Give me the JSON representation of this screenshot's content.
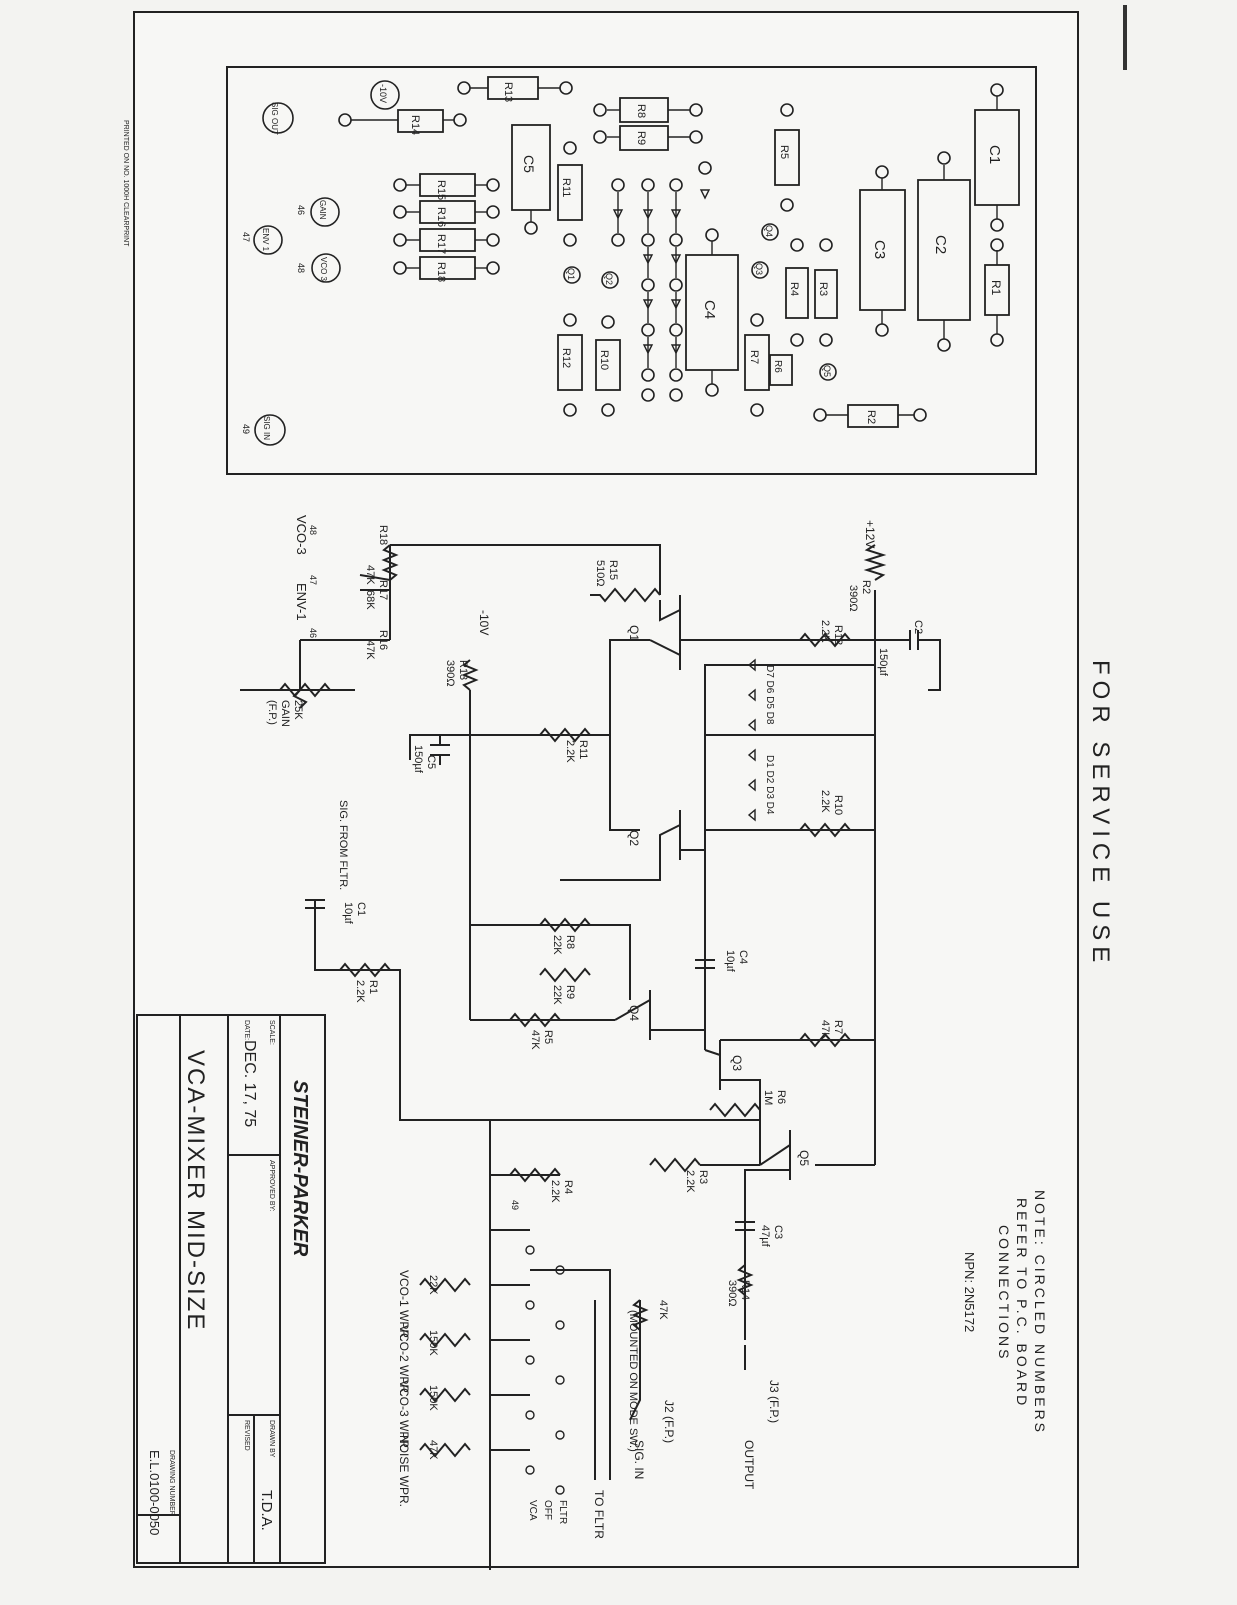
{
  "margin_text": "PRINTED ON NO. 1000H CLEARPRINT",
  "title_heading": "FOR SERVICE USE",
  "note": {
    "line1": "NOTE: CIRCLED NUMBERS",
    "line2": "REFER TO P.C. BOARD",
    "line3": "CONNECTIONS",
    "npn": "NPN: 2N5172"
  },
  "pcb": {
    "caps": [
      "C1",
      "C2",
      "C3",
      "C4",
      "C5"
    ],
    "resistors": [
      "R1",
      "R2",
      "R3",
      "R4",
      "R5",
      "R6",
      "R7",
      "R8",
      "R9",
      "R10",
      "R11",
      "R12",
      "R13",
      "R14",
      "R15",
      "R16",
      "R17",
      "R18"
    ],
    "transistors": [
      "Q1",
      "Q2",
      "Q3",
      "Q4",
      "Q5"
    ],
    "pads": {
      "sig_out": "SIG OUT",
      "neg10v": "-10V",
      "sig_in": "SIG IN",
      "vco3": "VCO 3",
      "env1": "ENV 1",
      "gain": "GAIN"
    },
    "pad_numbers": {
      "p46": "46",
      "p47": "47",
      "p48": "48",
      "p49": "49"
    }
  },
  "schematic": {
    "plus12v": "+12V",
    "minus10v": "-10V",
    "r2": "R2",
    "r2_val": "390Ω",
    "r15": "R15",
    "r15_val": "510Ω",
    "r12": "R12",
    "r12_val": "2.2K",
    "r11": "R11",
    "r11_val": "2.2K",
    "r10": "R10",
    "r10_val": "2.2K",
    "r13": "R13",
    "r13_val": "390Ω",
    "r18": "R18",
    "r18_val": "47K",
    "r17": "R17",
    "r17_val": "68K",
    "r16": "R16",
    "r16_val": "47K",
    "r8": "R8",
    "r8_val": "22K",
    "r9": "R9",
    "r9_val": "22K",
    "r5": "R5",
    "r5_val": "47K",
    "r7": "R7",
    "r7_val": "47K",
    "r6": "R6",
    "r6_val": "1M",
    "r4": "R4",
    "r4_val": "2.2K",
    "r3": "R3",
    "r3_val": "2.2K",
    "r1": "R1",
    "r1_val": "2.2K",
    "r14": "R14",
    "r14_val": "390Ω",
    "c2": "C2",
    "c2_val": "150µf",
    "c5": "C5",
    "c5_val": "150µf",
    "c4": "C4",
    "c4_val": "10µf",
    "c1": "C1",
    "c1_val": "10µf",
    "c3": "C3",
    "c3_val": "47µf",
    "diodes_top": "D7 D6 D5 D8",
    "diodes_bot": "D1 D2 D3 D4",
    "q1": "Q1",
    "q2": "Q2",
    "q3": "Q3",
    "q4": "Q4",
    "q5": "Q5",
    "vco3": "VCO-3",
    "env1": "ENV-1",
    "n48": "48",
    "n47": "47",
    "n46": "46",
    "n49": "49",
    "gain_line1": "25K",
    "gain_line2": "GAIN",
    "gain_line3": "(F.P.)",
    "sig_from_fltr": "SIG. FROM FLTR.",
    "pot47k": "47K",
    "pot_note": "(MOUNTED ON MODE SW.)",
    "j2": "J2 (F.P.)",
    "sig_in": "SIG. IN",
    "j3": "J3 (F.P.)",
    "output": "OUTPUT",
    "to_fltr": "TO FLTR",
    "fltr": "FLTR",
    "off": "OFF",
    "vca": "VCA",
    "wpr": [
      {
        "name": "VCO-1 WPR.",
        "val": "22K"
      },
      {
        "name": "VCO-2 WPR.",
        "val": "150K"
      },
      {
        "name": "VCO-3 WPR.",
        "val": "150K"
      },
      {
        "name": "NOISE WPR.",
        "val": "47K"
      }
    ]
  },
  "title_block": {
    "company": "STEINER-PARKER",
    "scale_label": "SCALE:",
    "date_label": "DATE:",
    "date": "DEC. 17, 75",
    "approved_label": "APPROVED BY:",
    "drawn_label": "DRAWN BY",
    "drawn_by": "T.D.A.",
    "revised_label": "REVISED",
    "title": "VCA-MIXER MID-SIZE",
    "drawing_number_label": "DRAWING NUMBER",
    "drawing_number": "E.L.0100-0050"
  }
}
